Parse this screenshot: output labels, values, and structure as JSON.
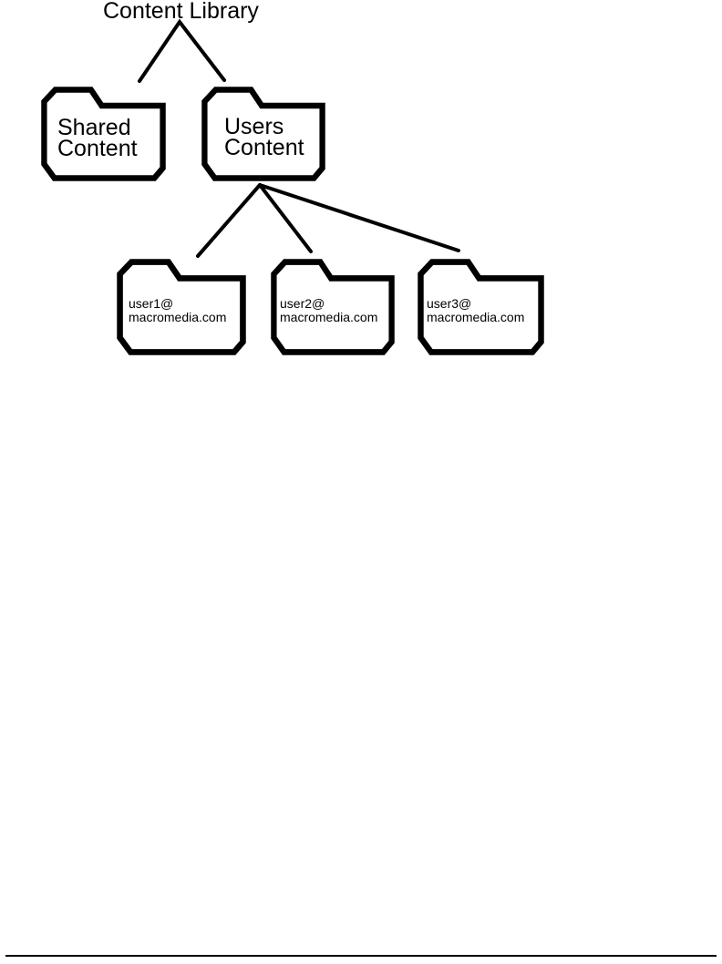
{
  "colors": {
    "ink": "#000000",
    "paper": "#ffffff"
  },
  "diagram": {
    "title": "Content Library",
    "nodes": {
      "shared": {
        "label": "Shared\nContent"
      },
      "users": {
        "label": "Users\nContent"
      },
      "user1": {
        "label": "user1@\nmacromedia.com"
      },
      "user2": {
        "label": "user2@\nmacromedia.com"
      },
      "user3": {
        "label": "user3@\nmacromedia.com"
      }
    }
  }
}
